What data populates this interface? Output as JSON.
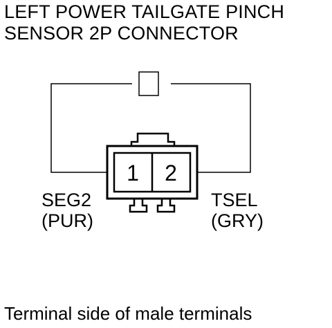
{
  "title": {
    "line1": "LEFT POWER TAILGATE PINCH",
    "line2": "SENSOR 2P CONNECTOR"
  },
  "connector": {
    "pins": [
      {
        "number": "1",
        "signal": "SEG2",
        "wire_color": "(PUR)"
      },
      {
        "number": "2",
        "signal": "TSEL",
        "wire_color": "(GRY)"
      }
    ]
  },
  "caption": "Terminal side of male terminals"
}
